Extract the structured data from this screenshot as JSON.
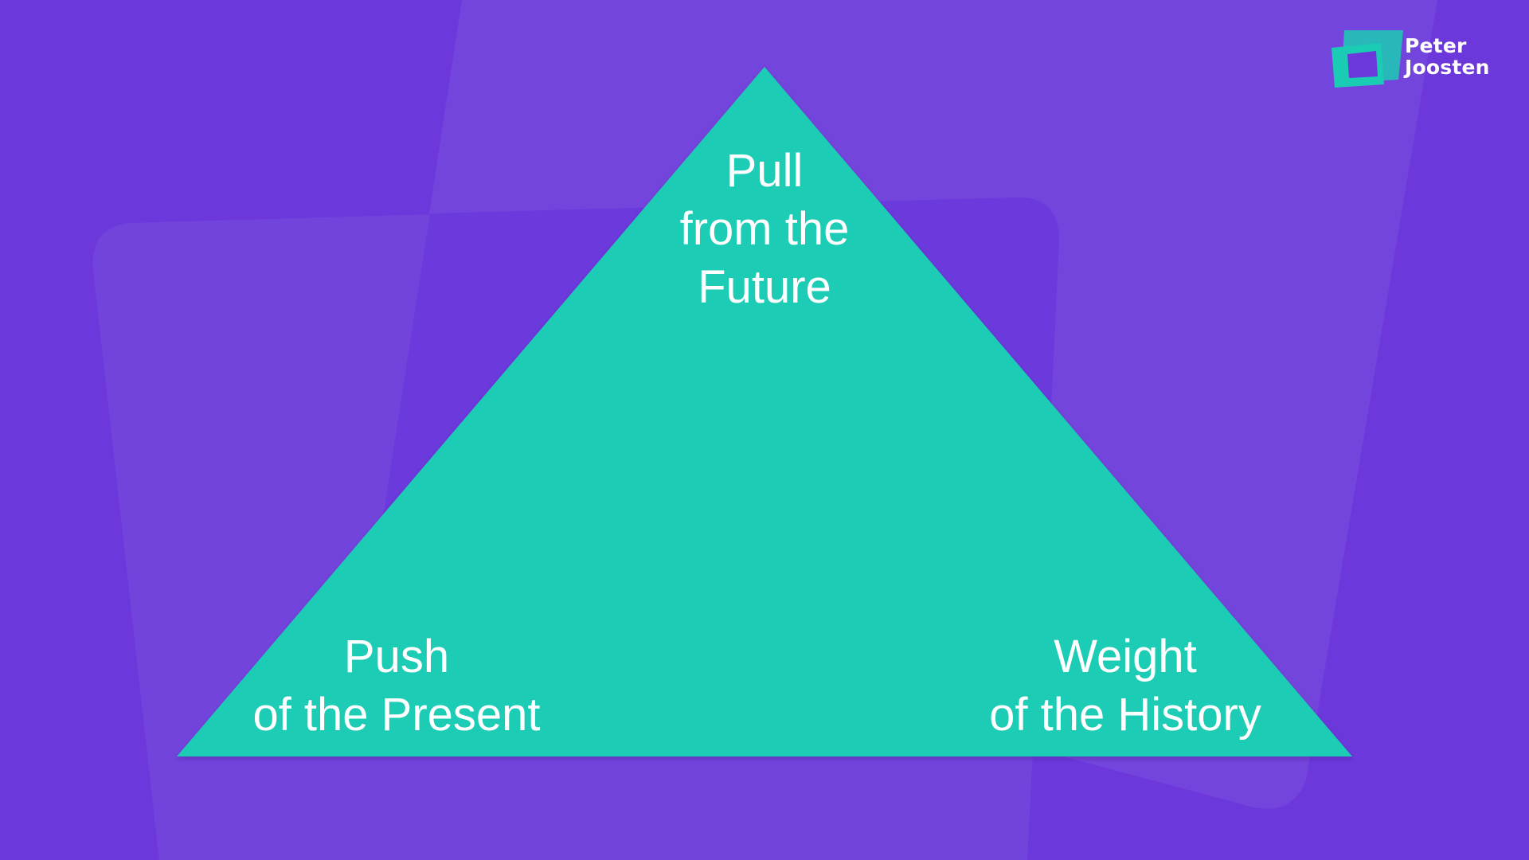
{
  "colors": {
    "background": "#6c38dc",
    "background_shape": "#7647dc",
    "triangle": "#1bccb4",
    "text": "#ffffff",
    "logo_accent": "#1bccb4"
  },
  "diagram": {
    "top_label": [
      "Pull",
      "from the",
      "Future"
    ],
    "bottom_left_label": [
      "Push",
      "of the Present"
    ],
    "bottom_right_label": [
      "Weight",
      "of the History"
    ]
  },
  "logo": {
    "line1": "Peter",
    "line2": "Joosten",
    "icon": "rotated-square-frames-icon"
  }
}
